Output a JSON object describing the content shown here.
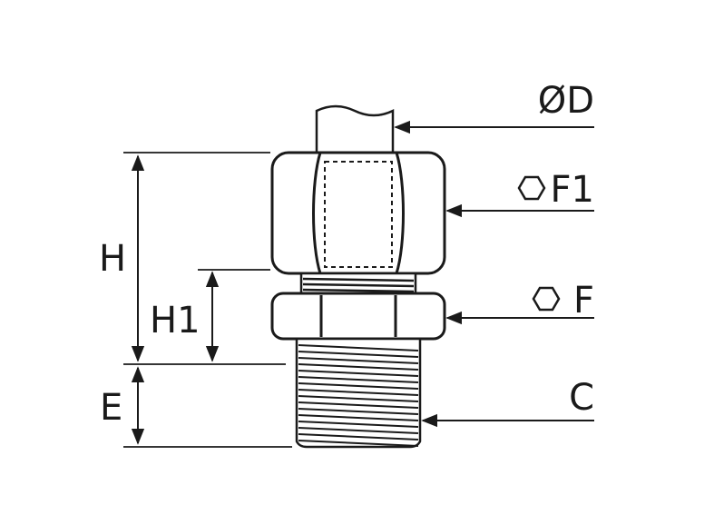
{
  "labels": {
    "D": "ØD",
    "F1": "F1",
    "F": "F",
    "C": "C",
    "H": "H",
    "H1": "H1",
    "E": "E"
  },
  "icons": {
    "hex_f1": "hexagon-icon",
    "hex_f": "hexagon-icon"
  },
  "colors": {
    "stroke": "#1a1a1a",
    "background": "#ffffff"
  }
}
